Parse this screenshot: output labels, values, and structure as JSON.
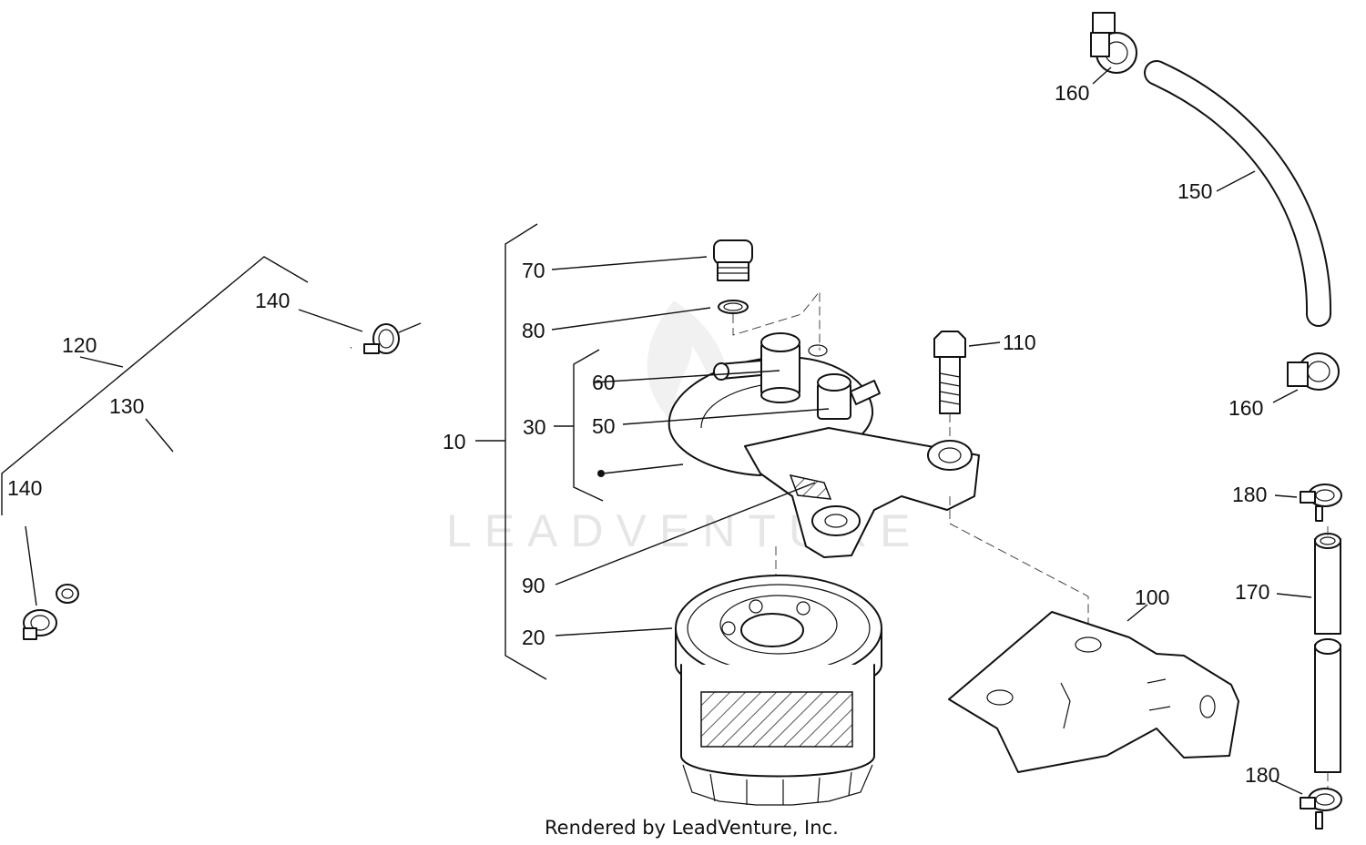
{
  "watermark": "LEADVENTURE",
  "footer": "Rendered by LeadVenture, Inc.",
  "callouts": {
    "c10": "10",
    "c20": "20",
    "c30": "30",
    "c50": "50",
    "c60": "60",
    "c70": "70",
    "c80": "80",
    "c90": "90",
    "c100": "100",
    "c110": "110",
    "c120": "120",
    "c130": "130",
    "c140a": "140",
    "c140b": "140",
    "c150": "150",
    "c160a": "160",
    "c160b": "160",
    "c170": "170",
    "c180a": "180",
    "c180b": "180"
  }
}
